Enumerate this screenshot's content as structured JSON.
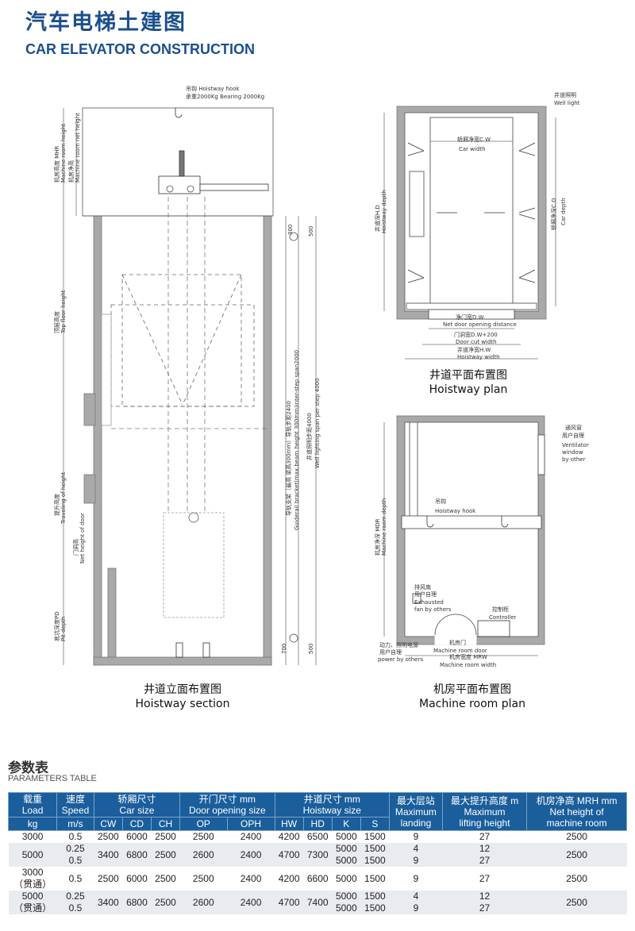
{
  "header": {
    "title_cn": "汽车电梯土建图",
    "title_en": "CAR ELEVATOR CONSTRUCTION"
  },
  "section": {
    "hook": "吊钩 Hoistway hook",
    "bearing": "承重2000Kg Bearing 2000Kg",
    "mhr": "机房高度 MHR",
    "mhr_en": "Machine room height",
    "mr_net_cn": "机房净高",
    "mr_net_en": "Machine room net height",
    "top_floor_cn": "顶层高度",
    "top_floor_en": "Top floor height",
    "travel_cn": "提升高度",
    "travel_en": "Traveling of height",
    "door_cn": "门洞高",
    "door_en": "Net height of door",
    "pit_cn": "底坑深度PD",
    "pit_en": "Pit depth",
    "dim_300": "300",
    "dim_500a": "500",
    "dim_500b": "500",
    "dim_700": "700",
    "bracket_cn": "导轨支架（最高 梁高300mm）导轨步距2400",
    "bracket_en": "Guiderail bracket(max.beam height 300mm)inter-step span2000",
    "light_cn": "井道照明步距4000",
    "light_en": "Well lighting span per step 4000",
    "caption_cn": "井道立面布置图",
    "caption_en": "Hoistway section"
  },
  "plan": {
    "well_light_cn": "井道照明",
    "well_light_en": "Well light",
    "car_width_cn": "轿厢净宽C.W",
    "car_width_en": "Car width",
    "hd_cn": "井道深H.D",
    "hd_en": "Hoistway depth",
    "cd_cn": "轿厢净深C.D",
    "cd_en": "Car depth",
    "dw_cn": "净门宽D.W",
    "dw_en": "Net door opening distance",
    "cut_cn": "门洞宽D.W+200",
    "cut_en": "Door cut width",
    "hw_cn": "井道净宽H.W",
    "hw_en": "Hoistway width",
    "caption_cn": "井道平面布置图",
    "caption_en": "Hoistway plan"
  },
  "machine": {
    "vent_cn": "通风窗",
    "vent_cn2": "用户自理",
    "vent_en1": "Ventilator",
    "vent_en2": "window",
    "vent_en3": "by other",
    "mdr_cn": "机房净深 MDR",
    "mdr_en": "Machine room depth",
    "hook_cn": "吊钩",
    "hook_en": "Hoistway hook",
    "fan_cn1": "排风扇",
    "fan_cn2": "用户自理",
    "fan_en1": "Exhausted",
    "fan_en2": "fan by others",
    "ctrl_cn": "控制柜",
    "ctrl_en": "Controller",
    "power_cn": "动力、照明电源",
    "power_cn2": "用户自理",
    "power_en": "power by others",
    "door_cn": "机房门",
    "door_en": "Machine room door",
    "mrw_cn": "机房宽度 MRW",
    "mrw_en": "Machine room width",
    "caption_cn": "机房平面布置图",
    "caption_en": "Machine room plan"
  },
  "params": {
    "title_cn": "参数表",
    "title_en": "PARAMETERS TABLE",
    "headers": {
      "load_cn": "载重",
      "load_en": "Load",
      "load_unit": "kg",
      "speed_cn": "速度",
      "speed_en": "Speed",
      "speed_unit": "m/s",
      "car_cn": "轿厢尺寸",
      "car_en": "Car size",
      "door_cn": "开门尺寸 mm",
      "door_en": "Door opening size",
      "hw_cn": "井道尺寸 mm",
      "hw_en": "Hoistway size",
      "landing_cn": "最大层站",
      "landing_en1": "Maximum",
      "landing_en2": "landing",
      "lift_cn": "最大提升高度 m",
      "lift_en1": "Maximum",
      "lift_en2": "lifting height",
      "mrh_cn": "机房净高 MRH mm",
      "mrh_en1": "Net height of",
      "mrh_en2": "machine room",
      "cw": "CW",
      "cd": "CD",
      "ch": "CH",
      "op": "OP",
      "oph": "OPH",
      "hw": "HW",
      "hd": "HD",
      "k": "K",
      "s": "S"
    },
    "rows": [
      {
        "load": "3000",
        "speed": [
          "0.5"
        ],
        "cw": "2500",
        "cd": "6000",
        "ch": "2500",
        "op": "2500",
        "oph": "2400",
        "hw": "4200",
        "hd": "6500",
        "k": [
          "5000"
        ],
        "s": [
          "1500"
        ],
        "landing": [
          "9"
        ],
        "lift": [
          "27"
        ],
        "mrh": "2500"
      },
      {
        "load": "5000",
        "speed": [
          "0.25",
          "0.5"
        ],
        "cw": "3400",
        "cd": "6800",
        "ch": "2500",
        "op": "2600",
        "oph": "2400",
        "hw": "4700",
        "hd": "7300",
        "k": [
          "5000",
          "5000"
        ],
        "s": [
          "1500",
          "1500"
        ],
        "landing": [
          "4",
          "9"
        ],
        "lift": [
          "12",
          "27"
        ],
        "mrh": "2500"
      },
      {
        "load": "3000",
        "load2": "（贯通）",
        "speed": [
          "0.5"
        ],
        "cw": "2500",
        "cd": "6000",
        "ch": "2500",
        "op": "2500",
        "oph": "2400",
        "hw": "4200",
        "hd": "6600",
        "k": [
          "5000"
        ],
        "s": [
          "1500"
        ],
        "landing": [
          "9"
        ],
        "lift": [
          "27"
        ],
        "mrh": "2500"
      },
      {
        "load": "5000",
        "load2": "（贯通）",
        "speed": [
          "0.25",
          "0.5"
        ],
        "cw": "3400",
        "cd": "6800",
        "ch": "2500",
        "op": "2600",
        "oph": "2400",
        "hw": "4700",
        "hd": "7400",
        "k": [
          "5000",
          "5000"
        ],
        "s": [
          "1500",
          "1500"
        ],
        "landing": [
          "4",
          "9"
        ],
        "lift": [
          "12",
          "27"
        ],
        "mrh": "2500"
      }
    ]
  },
  "colors": {
    "title": "#1b4f8c",
    "header_bg": "#1a5e9c",
    "wall": "#9a9a9a",
    "shade": "#e8ecf0"
  }
}
